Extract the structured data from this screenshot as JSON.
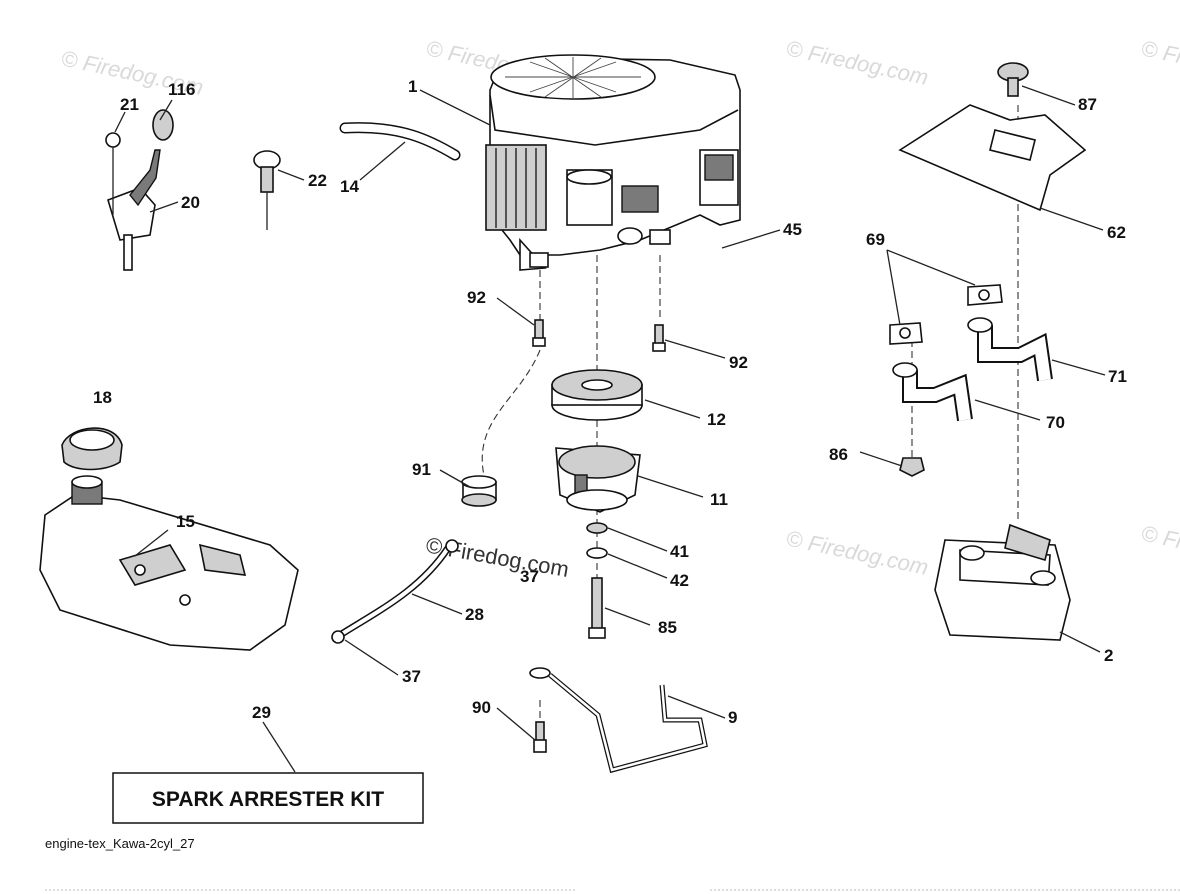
{
  "diagram": {
    "code": "engine-tex_Kawa-2cyl_27",
    "kit_label": "SPARK ARRESTER KIT",
    "watermark": "© Firedog.com",
    "callouts": {
      "c1": "1",
      "c116": "116",
      "c21": "21",
      "c20": "20",
      "c22": "22",
      "c14": "14",
      "c45": "45",
      "c87": "87",
      "c62": "62",
      "c69": "69",
      "c92a": "92",
      "c92b": "92",
      "c71": "71",
      "c12": "12",
      "c70": "70",
      "c18": "18",
      "c91": "91",
      "c11": "11",
      "c86": "86",
      "c15": "15",
      "c41": "41",
      "c37a": "37",
      "c42": "42",
      "c28": "28",
      "c85": "85",
      "c2": "2",
      "c37b": "37",
      "c29": "29",
      "c90": "90",
      "c9": "9"
    }
  }
}
